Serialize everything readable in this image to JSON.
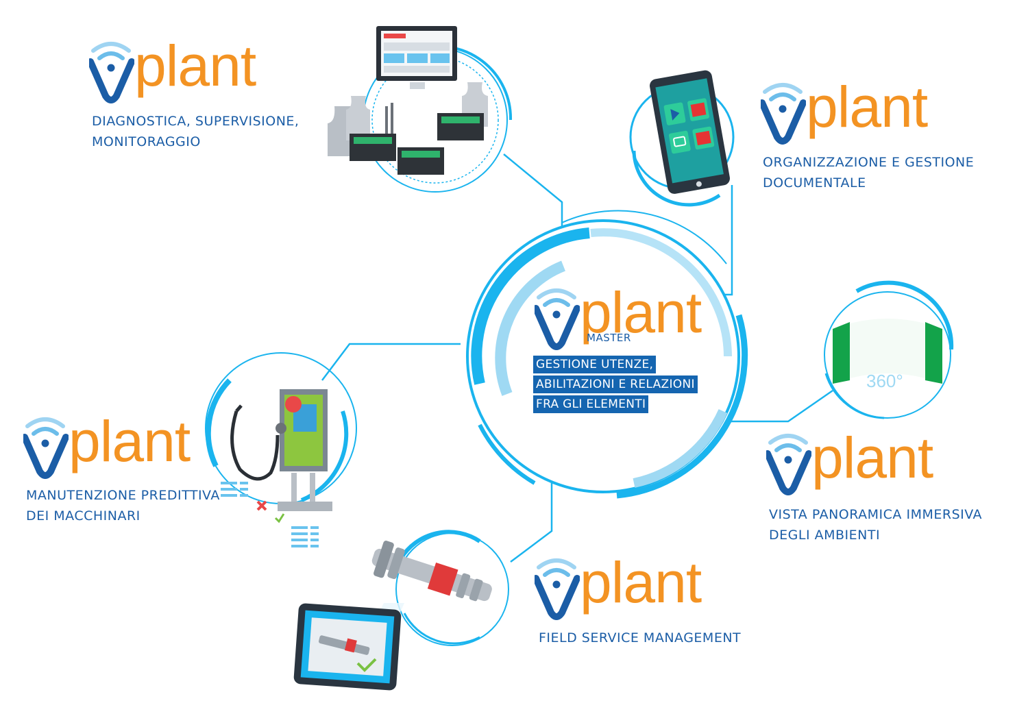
{
  "brand": {
    "name": "plant",
    "mark_letter": "v",
    "accent_orange": "#f39323",
    "accent_blue": "#1b5da6",
    "ring_cyan": "#1ab4ee"
  },
  "center": {
    "subtitle": "MASTER",
    "lines": [
      "GESTIONE UTENZE,",
      "ABILITAZIONI E RELAZIONI",
      "FRA GLI ELEMENTI"
    ]
  },
  "modules": {
    "diagnostics": {
      "lines": [
        "DIAGNOSTICA, SUPERVISIONE,",
        "MONITORAGGIO"
      ],
      "icon": "industrial-plant-monitor-icon"
    },
    "documents": {
      "lines": [
        "ORGANIZZAZIONE E GESTIONE",
        "DOCUMENTALE"
      ],
      "icon": "tablet-documents-icon"
    },
    "maintenance": {
      "lines": [
        "MANUTENZIONE PREDITTIVA",
        "DEI MACCHINARI"
      ],
      "icon": "stethoscope-cabinet-icon"
    },
    "panoramic": {
      "lines": [
        "VISTA PANORAMICA IMMERSIVA",
        "DEGLI AMBIENTI"
      ],
      "icon": "panorama-360-icon",
      "badge": "360°"
    },
    "field_service": {
      "lines": [
        "FIELD SERVICE MANAGEMENT"
      ],
      "icon": "shaft-tablet-icon"
    }
  }
}
